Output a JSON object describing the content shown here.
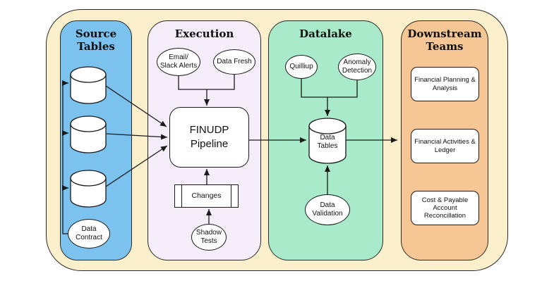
{
  "colors": {
    "outer_background": "#FBF0CB",
    "source_column": "#7CC2EF",
    "execution_column": "#F5EDF9",
    "datalake_column": "#A9EACA",
    "downstream_column": "#F6C694",
    "node_fill": "#FFFFFF",
    "line_color": "#1A1A1A"
  },
  "source": {
    "title": "Source Tables",
    "data_contract_label": "Data Contract",
    "database_count": 3
  },
  "execution": {
    "title": "Execution",
    "email_slack_alerts_label": "Email/ Slack Alerts",
    "data_fresh_label": "Data Fresh",
    "pipeline_label": "FINUDP Pipeline",
    "changes_label": "Changes",
    "shadow_tests_label": "Shadow Tests"
  },
  "datalake": {
    "title": "Datalake",
    "quilliup_label": "Quilliup",
    "anomaly_detection_label": "Anomaly Detection",
    "data_tables_label": "Data Tables",
    "data_validation_label": "Data Validation"
  },
  "downstream": {
    "title": "Downstream Teams",
    "team_1": "Financial Planning & Analysis",
    "team_2": "Financial Activities & Ledger",
    "team_3": "Cost & Payable Account Reconcillation"
  }
}
